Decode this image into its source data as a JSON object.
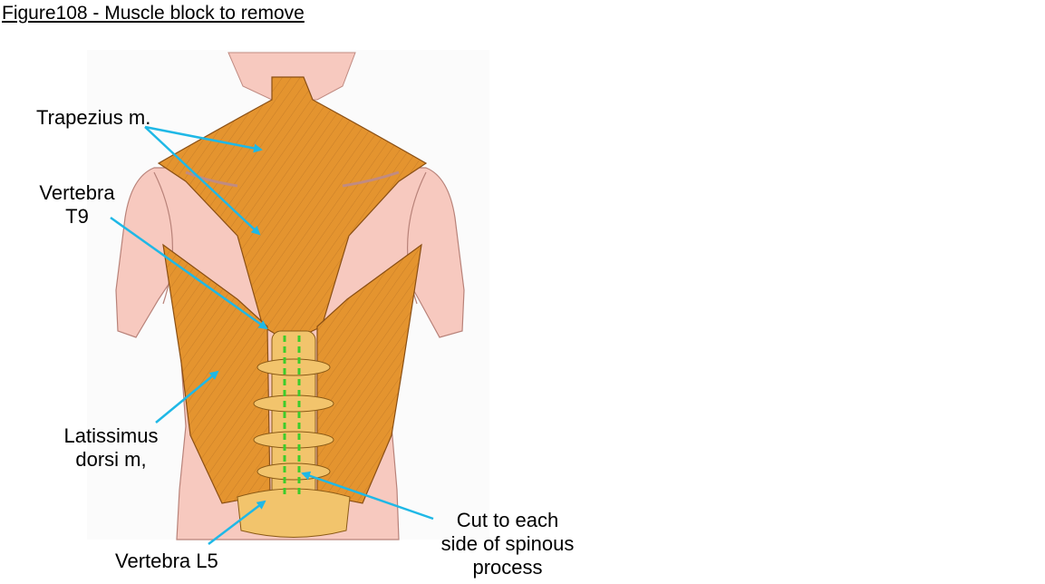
{
  "figure": {
    "title": "Figure108 - Muscle block to remove"
  },
  "labels": {
    "trapezius": "Trapezius m.",
    "vertebra_t9_line1": "Vertebra",
    "vertebra_t9_line2": "T9",
    "latissimus_line1": "Latissimus",
    "latissimus_line2": "dorsi m,",
    "vertebra_l5": "Vertebra L5",
    "cut_line1": "Cut to each",
    "cut_line2": "side of spinous",
    "cut_line3": "process"
  },
  "colors": {
    "skin": "#f7c9bf",
    "muscle": "#e4942f",
    "bone": "#f2c46c",
    "arrow": "#1fb8e6",
    "cut_line": "#3dcc2a"
  }
}
